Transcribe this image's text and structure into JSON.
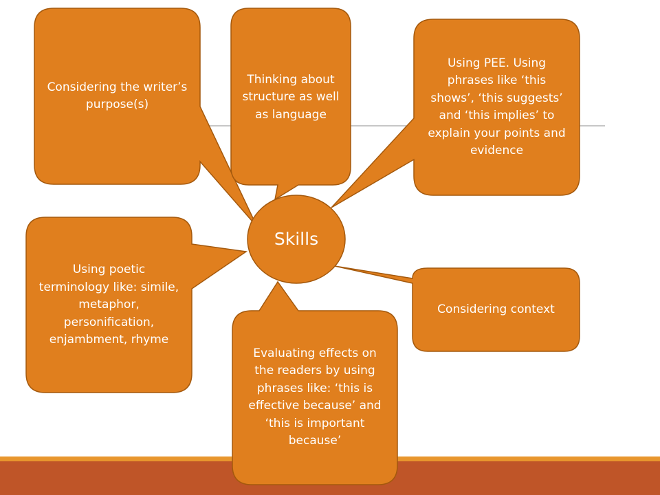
{
  "center": {
    "label": "Skills"
  },
  "bubbles": [
    {
      "label": "Considering the writer’s purpose(s)"
    },
    {
      "label": "Thinking about structure as well as language"
    },
    {
      "label": "Using PEE. Using phrases like ‘this shows’, ‘this suggests’ and ‘this implies’ to explain your points and evidence"
    },
    {
      "label": "Using poetic terminology like: simile, metaphor, personification, enjambment, rhyme"
    },
    {
      "label": "Considering context"
    },
    {
      "label": "Evaluating effects on the readers by using phrases like: ‘this is effective because’ and ‘this is important because’"
    }
  ],
  "colors": {
    "bubble_fill": "#E07F1E",
    "bubble_stroke": "#A4590D",
    "footer_band": "#BF5528",
    "footer_line": "#E8962E",
    "divider_line": "#8C8C8C",
    "text": "#FFFFFF"
  }
}
